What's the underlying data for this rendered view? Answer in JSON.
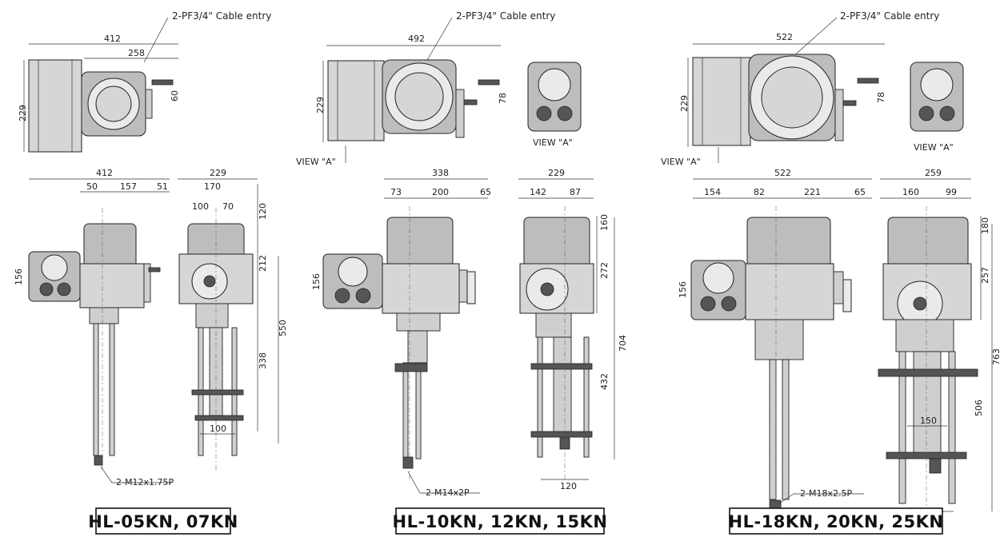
{
  "models": [
    {
      "label": "HL-05KN, 07KN",
      "cable": "2-PF3/4\" Cable entry",
      "top_dims": {
        "width": "412",
        "center": "258",
        "height": "229",
        "handle": "60"
      },
      "front_dims": {
        "width": "412",
        "a": "50",
        "b": "157",
        "c": "51",
        "side_h": "156",
        "pin": "2-M12x1.75P"
      },
      "side_dims": {
        "width": "229",
        "a": "170",
        "b": "100",
        "c": "70",
        "h1": "120",
        "h2": "212",
        "h3": "550",
        "h4": "338",
        "base": "100"
      }
    },
    {
      "label": "HL-10KN, 12KN, 15KN",
      "cable": "2-PF3/4\" Cable entry",
      "top_dims": {
        "width": "492",
        "height": "229",
        "handle": "78"
      },
      "view_a": "VIEW \"A\"",
      "front_dims": {
        "width": "338",
        "a": "73",
        "b": "200",
        "c": "65",
        "side_h": "156",
        "pin": "2-M14x2P"
      },
      "side_dims": {
        "width": "229",
        "a": "142",
        "b": "87",
        "h1": "160",
        "h2": "272",
        "h3": "704",
        "h4": "432",
        "base": "120"
      }
    },
    {
      "label": "HL-18KN, 20KN, 25KN",
      "cable": "2-PF3/4\" Cable entry",
      "top_dims": {
        "width": "522",
        "height": "229",
        "handle": "78"
      },
      "view_a": "VIEW \"A\"",
      "front_dims": {
        "width": "522",
        "a": "154",
        "b": "82",
        "c": "221",
        "d": "65",
        "side_h": "156",
        "pin": "2-M18x2.5P"
      },
      "side_dims": {
        "width": "259",
        "a": "160",
        "b": "99",
        "h1": "180",
        "h2": "257",
        "h3": "763",
        "h4": "506",
        "inner": "150",
        "base": "150"
      }
    }
  ]
}
